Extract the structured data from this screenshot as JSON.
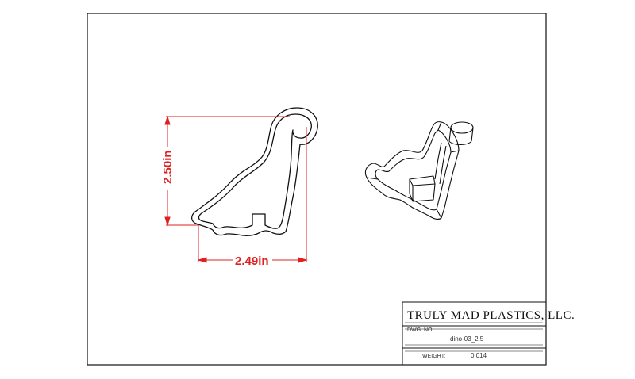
{
  "dimensions": {
    "height_label": "2.50in",
    "width_label": "2.49in"
  },
  "title_block": {
    "company": "TRULY MAD PLASTICS, LLC.",
    "dwg_no_label": "DWG. NO.",
    "dwg_no_value": "dino-03_2.5",
    "weight_label": "WEIGHT:",
    "weight_value": "0.014"
  },
  "colors": {
    "dimension": "#e02020",
    "line": "#111111"
  }
}
